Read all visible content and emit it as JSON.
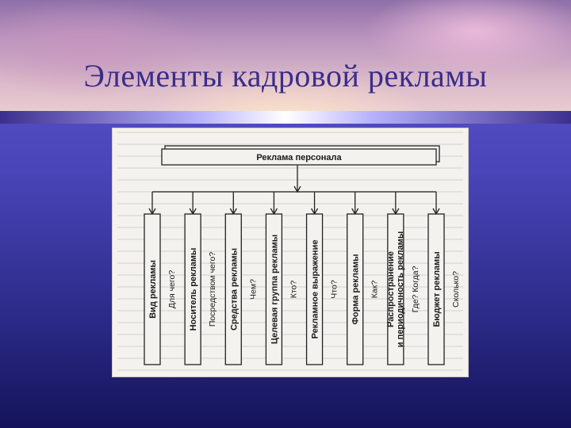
{
  "slide": {
    "title": "Элементы кадровой рекламы"
  },
  "diagram": {
    "root": "Реклама персонала",
    "elements": [
      {
        "label": "Вид рекламы",
        "question": "Для чего?"
      },
      {
        "label": "Носитель рекламы",
        "question": "Посредством чего?"
      },
      {
        "label": "Средства рекламы",
        "question": "Чем?"
      },
      {
        "label": "Целевая группа рекламы",
        "question": "Кто?"
      },
      {
        "label": "Рекламное выражение",
        "question": "Что?"
      },
      {
        "label": "Форма рекламы",
        "question": "Как?"
      },
      {
        "label": "Распространение и периодичность рекламы",
        "question": "Где? Когда?"
      },
      {
        "label": "Бюджет рекламы",
        "question": "Сколько?"
      }
    ]
  }
}
